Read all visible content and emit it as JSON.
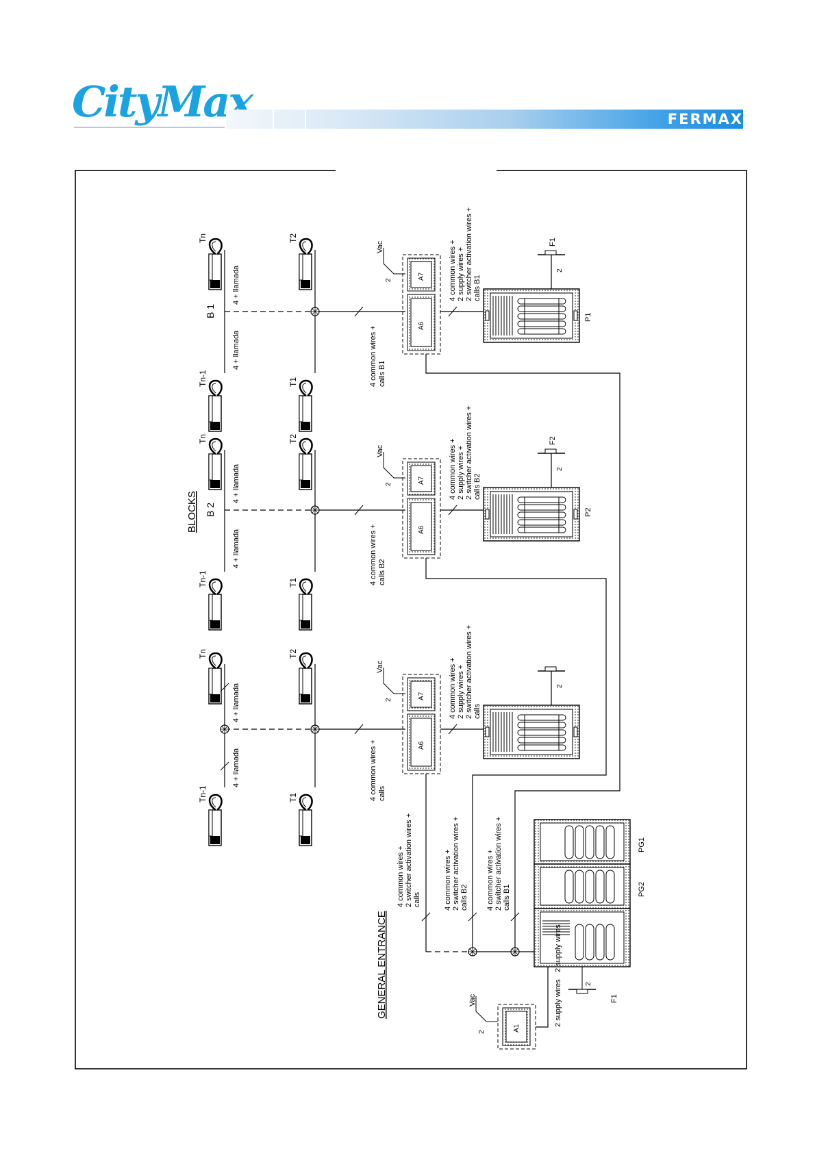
{
  "header": {
    "logo": "CityMax",
    "brand": "FERMAX",
    "colors": {
      "logo": "#1aa3e0",
      "bar_end": "#1b8be0"
    }
  },
  "diagram": {
    "general_entrance_title": "GENERAL ENTRANCE",
    "blocks_title": "BLOCKS",
    "blocks": [
      {
        "id": "b1",
        "label": "B 1",
        "calls_line1": "4 common wires +",
        "calls_line2": "calls B1",
        "bus_l": "4 + llamada",
        "bus_r": "4 + llamada",
        "panel_l1": "4 common wires +",
        "panel_l2": "2 supply wires +",
        "panel_l3": "2 switcher activation wires +",
        "panel_l4": "calls B1",
        "panel": "P1",
        "relay": "F1",
        "count": "2"
      },
      {
        "id": "b2",
        "label": "B 2",
        "calls_line1": "4 common wires +",
        "calls_line2": "calls B2",
        "bus_l": "4 + llamada",
        "bus_r": "4 + llamada",
        "panel_l1": "4 common wires +",
        "panel_l2": "2 supply wires +",
        "panel_l3": "2 switcher activation wires +",
        "panel_l4": "calls B2",
        "panel": "P2",
        "relay": "F2",
        "count": "2"
      },
      {
        "id": "b3",
        "label": "",
        "calls_line1": "4 common wires +",
        "calls_line2": "calls",
        "bus_l": "4 + llamada",
        "bus_r": "4 + llamada",
        "panel_l1": "4 common wires +",
        "panel_l2": "2 supply wires +",
        "panel_l3": "2 switcher activation wires +",
        "panel_l4": "calls",
        "panel": "",
        "relay": "",
        "count": "2"
      }
    ],
    "terminals": {
      "tn1": "Tn-1",
      "tn": "Tn",
      "t1": "T1",
      "t2": "T2"
    },
    "power": {
      "a6": "A6",
      "a7": "A7",
      "a1": "A1",
      "vac": "Vac",
      "n": "2"
    },
    "entrance_wires": [
      {
        "l1": "4 common wires +",
        "l2": "2 switcher activation wires +",
        "l3": "calls"
      },
      {
        "l1": "4 common wires +",
        "l2": "2 switcher activation wires +",
        "l3": "calls B2"
      },
      {
        "l1": "4 common wires +",
        "l2": "2 switcher activation wires +",
        "l3": "calls B1"
      }
    ],
    "supply_wires": "2 supply wires",
    "supply_wires_b": "2 supply wires",
    "general_panels": {
      "pg1": "PG1",
      "pg2": "PG2",
      "relay": "F1",
      "count": "2"
    }
  }
}
